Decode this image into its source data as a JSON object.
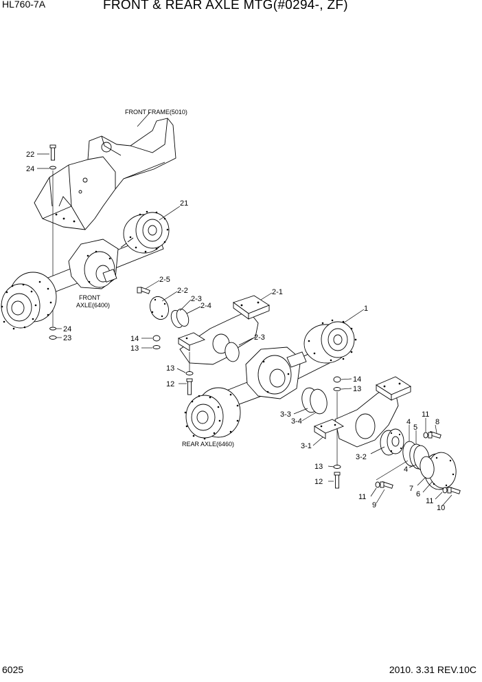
{
  "header": {
    "model": "HL760-7A",
    "title": "FRONT & REAR AXLE MTG(#0294-, ZF)"
  },
  "footer": {
    "page_number": "6025",
    "revision": "2010. 3.31  REV.10C"
  },
  "captions": {
    "front_frame": "FRONT FRAME(5010)",
    "front_axle_1": "FRONT",
    "front_axle_2": "AXLE(6400)",
    "rear_axle": "REAR AXLE(6460)"
  },
  "callouts": {
    "c22": "22",
    "c24a": "24",
    "c21": "21",
    "c2_5": "2-5",
    "c2_2": "2-2",
    "c2_3a": "2-3",
    "c2_4": "2-4",
    "c2_1": "2-1",
    "c1": "1",
    "c24b": "24",
    "c23": "23",
    "c14a": "14",
    "c13a": "13",
    "c2_3b": "2-3",
    "c13b": "13",
    "c12a": "12",
    "c14b": "14",
    "c13c": "13",
    "c3_3": "3-3",
    "c3_4": "3-4",
    "c4a": "4",
    "c11a": "11",
    "c8": "8",
    "c5": "5",
    "c3_1": "3-1",
    "c3_2": "3-2",
    "c4b": "4",
    "c13d": "13",
    "c12b": "12",
    "c7": "7",
    "c6": "6",
    "c11b": "11",
    "c9": "9",
    "c11c": "11",
    "c10": "10"
  }
}
